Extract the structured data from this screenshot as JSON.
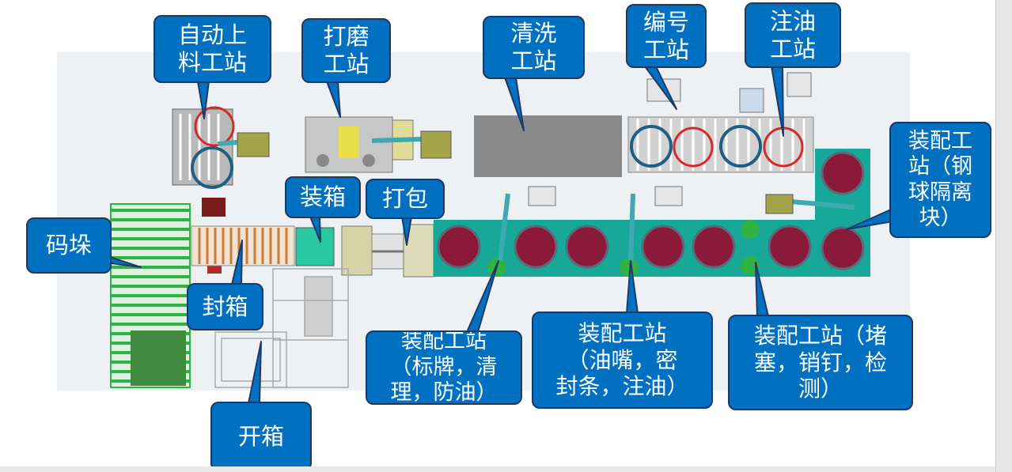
{
  "diagram": {
    "colors": {
      "callout_fill": "#0070c0",
      "callout_border": "#1f3864",
      "callout_text": "#ffffff",
      "conveyor_teal": "#17a89a",
      "roller_green": "#2fb344",
      "disc_red": "#8b1a3a",
      "machine_gray": "#8a8a8a"
    },
    "labels": {
      "auto_loading": "自动上\n料工站",
      "grinding": "打磨\n工站",
      "cleaning": "清洗\n工站",
      "numbering": "编号\n工站",
      "oiling": "注油\n工站",
      "assembly_ball": "装配工\n站（钢\n球隔离\n块）",
      "palletizing": "码垛",
      "boxing": "装箱",
      "packing": "打包",
      "sealing": "封箱",
      "assembly_nameplate": "装配工站\n（标牌，清\n理，防油）",
      "assembly_nozzle": "装配工站\n（油嘴，密\n封条，注油）",
      "assembly_plug": "装配工站（堵\n塞，销钉，检\n测）",
      "unboxing": "开箱"
    }
  }
}
